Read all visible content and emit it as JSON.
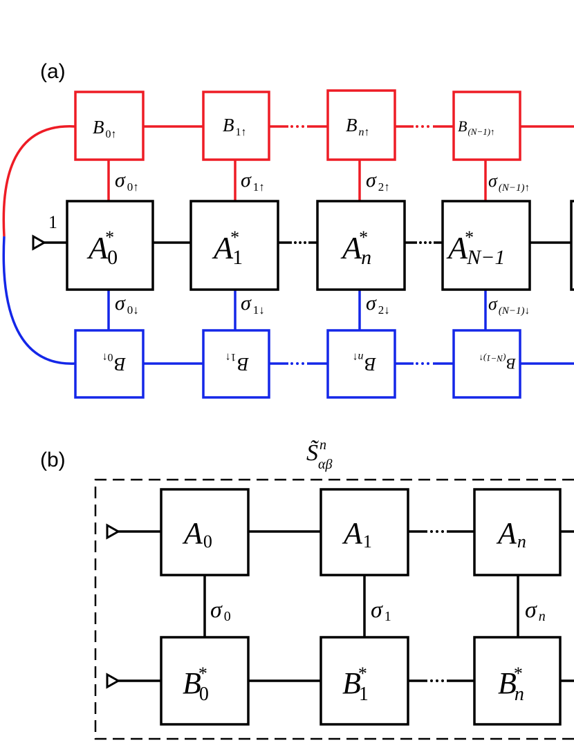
{
  "panel_a": {
    "label": "(a)",
    "left_index": "1",
    "colors": {
      "red": "#ee1c25",
      "blue": "#1427e8",
      "black": "#000000"
    },
    "top_row": [
      {
        "letter": "B",
        "sub": "0↑"
      },
      {
        "letter": "B",
        "sub": "1↑"
      },
      {
        "letter": "B",
        "sub": "n↑"
      },
      {
        "letter": "B",
        "sub": "(N−1)↑"
      }
    ],
    "mid_row": [
      {
        "letter": "A",
        "sup": "*",
        "sub": "0"
      },
      {
        "letter": "A",
        "sup": "*",
        "sub": "1"
      },
      {
        "letter": "A",
        "sup": "*",
        "sub": "n"
      },
      {
        "letter": "A",
        "sup": "*",
        "sub": "N−1"
      }
    ],
    "bottom_row": [
      {
        "letter": "B",
        "sub": "0↓"
      },
      {
        "letter": "B",
        "sub": "1↓"
      },
      {
        "letter": "B",
        "sub": "n↓"
      },
      {
        "letter": "B",
        "sub": "(N−1)↓"
      }
    ],
    "up_legs": [
      {
        "sym": "σ",
        "sub": "0↑"
      },
      {
        "sym": "σ",
        "sub": "1↑"
      },
      {
        "sym": "σ",
        "sub": "2↑"
      },
      {
        "sym": "σ",
        "sub": "(N−1)↑"
      }
    ],
    "down_legs": [
      {
        "sym": "σ",
        "sub": "0↓"
      },
      {
        "sym": "σ",
        "sub": "1↓"
      },
      {
        "sym": "σ",
        "sub": "2↓"
      },
      {
        "sym": "σ",
        "sub": "(N−1)↓"
      }
    ]
  },
  "panel_b": {
    "label": "(b)",
    "title": {
      "letter": "S̃",
      "sup": "n",
      "sub": "αβ"
    },
    "top_row": [
      {
        "letter": "A",
        "sub": "0"
      },
      {
        "letter": "A",
        "sub": "1"
      },
      {
        "letter": "A",
        "sub": "n"
      }
    ],
    "bottom_row": [
      {
        "letter": "B",
        "sup": "*",
        "sub": "0"
      },
      {
        "letter": "B",
        "sup": "*",
        "sub": "1"
      },
      {
        "letter": "B",
        "sup": "*",
        "sub": "n"
      }
    ],
    "legs": [
      {
        "sym": "σ",
        "sub": "0"
      },
      {
        "sym": "σ",
        "sub": "1"
      },
      {
        "sym": "σ",
        "sub": "n"
      }
    ]
  }
}
